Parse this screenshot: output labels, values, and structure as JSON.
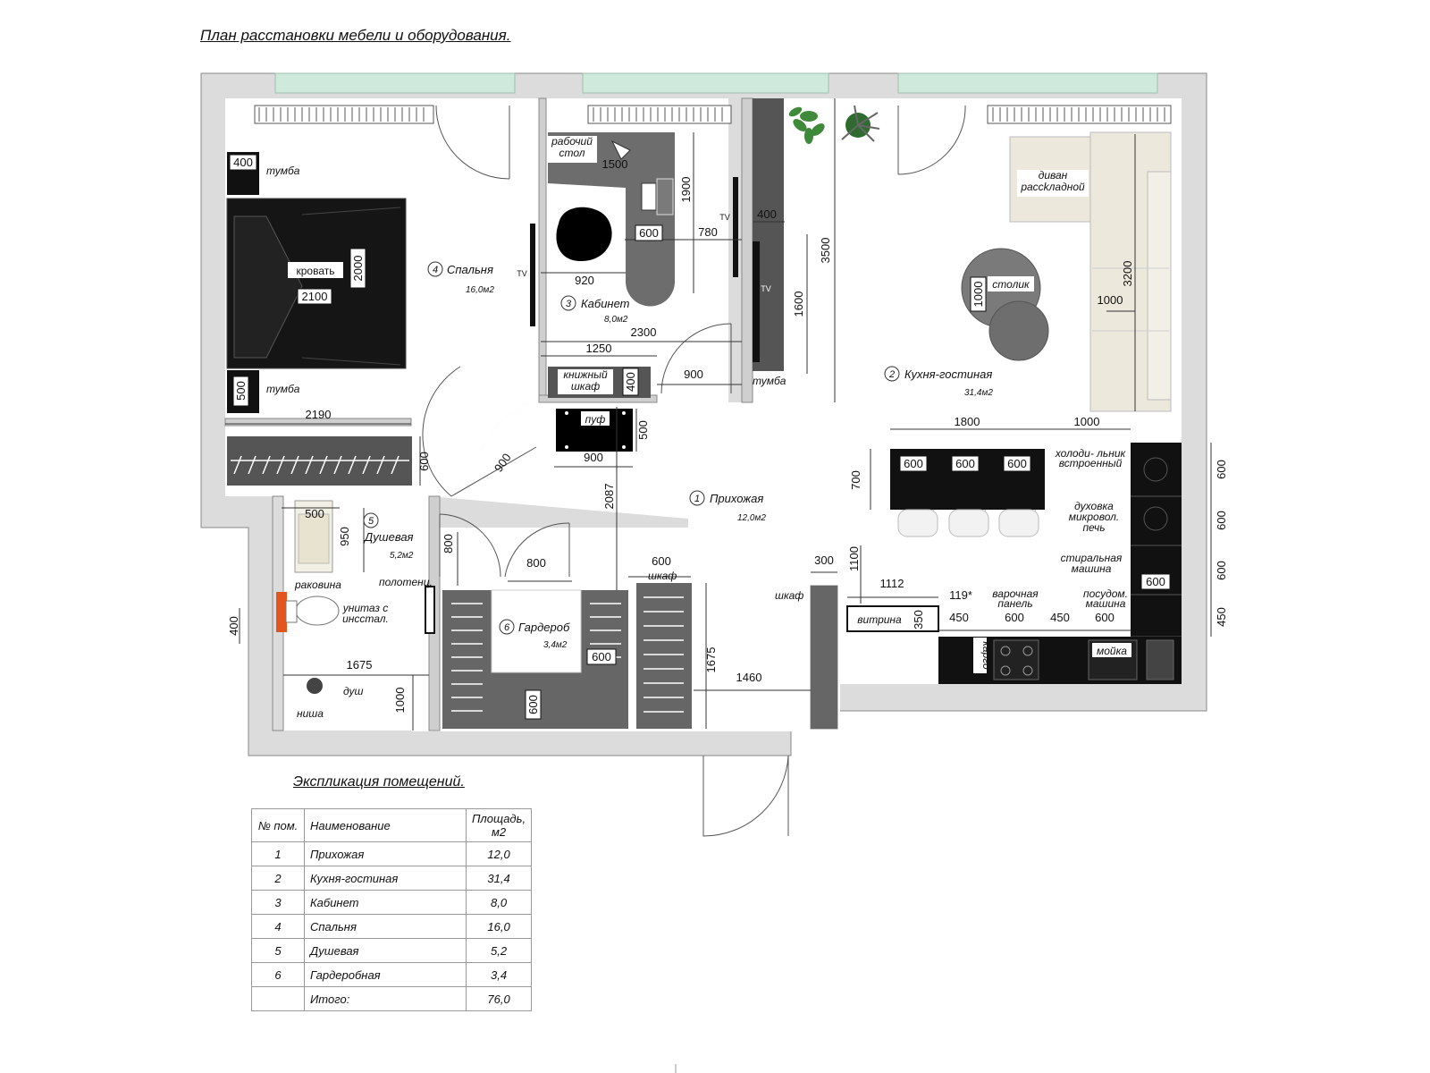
{
  "title": "План расстановки мебели и оборудования.",
  "explication": {
    "title": "Экспликация помещений.",
    "headers": [
      "№ пом.",
      "Наименование",
      "Площадь, м2"
    ],
    "rows": [
      [
        "1",
        "Прихожая",
        "12,0"
      ],
      [
        "2",
        "Кухня-гостиная",
        "31,4"
      ],
      [
        "3",
        "Кабинет",
        "8,0"
      ],
      [
        "4",
        "Спальня",
        "16,0"
      ],
      [
        "5",
        "Душевая",
        "5,2"
      ],
      [
        "6",
        "Гардеробная",
        "3,4"
      ]
    ],
    "total_label": "Итого:",
    "total_value": "76,0"
  },
  "rooms": {
    "hall": {
      "num": "1",
      "name": "Прихожая",
      "area": "12,0м2"
    },
    "kitchen": {
      "num": "2",
      "name": "Кухня-гостиная",
      "area": "31,4м2"
    },
    "office": {
      "num": "3",
      "name": "Кабинет",
      "area": "8,0м2"
    },
    "bedroom": {
      "num": "4",
      "name": "Спальня",
      "area": "16,0м2"
    },
    "shower": {
      "num": "5",
      "name": "Душевая",
      "area": "5,2м2"
    },
    "wardrobe": {
      "num": "6",
      "name": "Гардероб",
      "area": "3,4м2"
    }
  },
  "labels": {
    "tumba": "тумба",
    "bed": "кровать",
    "tv": "TV",
    "desk": "рабочий стол",
    "bookcase": "книжный шкаф",
    "pouf": "пуф",
    "sofa": "диван рассkладной",
    "table": "столик",
    "fridge": "холоди- льник встроенный",
    "oven": "духовка микровол. печь",
    "washer": "стиральная машина",
    "dishwasher": "посудом. машина",
    "hob": "варочная панель",
    "sink": "мойка",
    "cargo": "карго",
    "vitrine": "витрина",
    "cabinet": "шкаф",
    "basin": "раковина",
    "towel": "полотенц.",
    "toilet": "унитаз с инсстал.",
    "shower_label": "душ",
    "niche": "ниша"
  },
  "dims": {
    "d400a": "400",
    "d2000": "2000",
    "d2100": "2100",
    "d500a": "500",
    "d1500": "1500",
    "d1900": "1900",
    "d600a": "600",
    "d780": "780",
    "d920": "920",
    "d2300": "2300",
    "d1250": "1250",
    "d400b": "400",
    "d900a": "900",
    "d400c": "400",
    "d1600": "1600",
    "d3500": "3500",
    "d3200": "3200",
    "d1000a": "1000",
    "d1000b": "1000",
    "d2190": "2190",
    "d600b": "600",
    "d900b": "900",
    "d500b": "500",
    "d900c": "900",
    "d2087": "2087",
    "d1800": "1800",
    "d1000c": "1000",
    "d700": "700",
    "d600c": "600",
    "d600d": "600",
    "d600e": "600",
    "d600f": "600",
    "d600g": "600",
    "d600h": "600",
    "d450a": "450",
    "d1100": "1100",
    "d300": "300",
    "d1112": "1112",
    "d119": "119*",
    "d450b": "450",
    "d600i": "600",
    "d450c": "450",
    "d600j": "600",
    "d350": "350",
    "d600k": "600",
    "d500c": "500",
    "d950": "950",
    "d800a": "800",
    "d800b": "800",
    "d600l": "600",
    "d400d": "400",
    "d1675a": "1675",
    "d1000d": "1000",
    "d600m": "600",
    "d600n": "600",
    "d1675b": "1675",
    "d1460": "1460"
  }
}
